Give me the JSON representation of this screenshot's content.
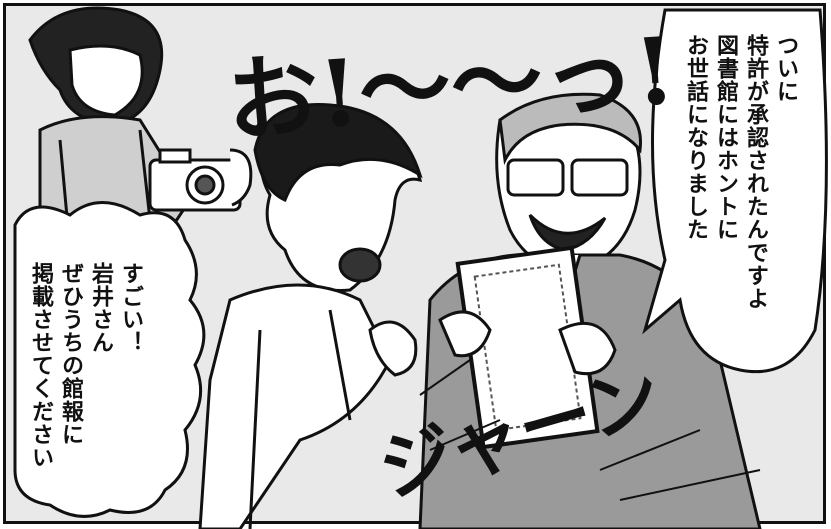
{
  "panel": {
    "background": "#e9e9e9",
    "ink": "#111111"
  },
  "speech_bubbles": {
    "right": {
      "speaker": "older-man",
      "lines": [
        "ついに",
        "特許が承認されたんですよ",
        "図書館にはホントに",
        "お世話になりました"
      ]
    },
    "left": {
      "speaker": "young-man",
      "lines": [
        "すごい！",
        "岩井さん",
        "ぜひうちの館報に",
        "掲載させてください"
      ]
    }
  },
  "sound_effects": {
    "top": "お!〜〜っ!",
    "bottom": "ジャーン"
  },
  "characters": [
    "photographer-woman",
    "young-man",
    "older-man"
  ],
  "props": [
    "camera-icon",
    "certificate-frame"
  ]
}
